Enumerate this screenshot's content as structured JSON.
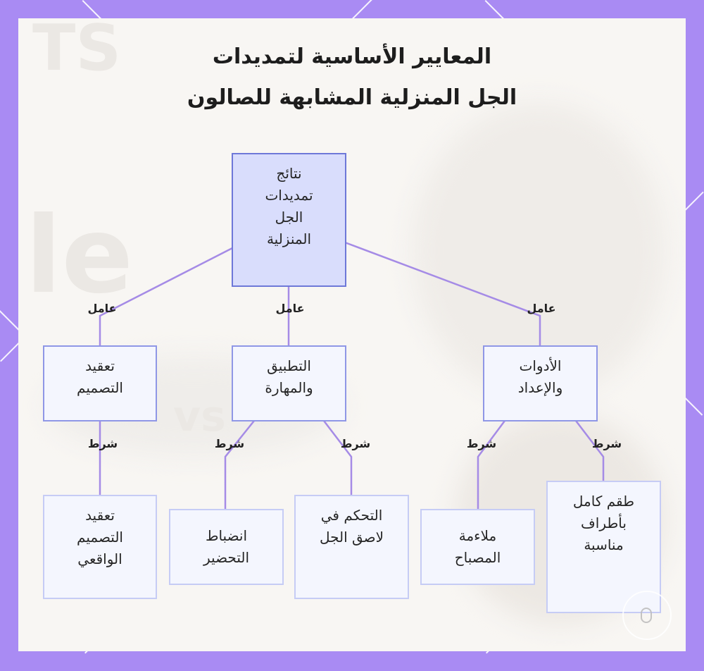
{
  "title": {
    "line1": "المعايير الأساسية لتمديدات",
    "line2": "الجل المنزلية المشابهة للصالون"
  },
  "nodes": {
    "root": "نتائج\nتمديدات\nالجل\nالمنزلية",
    "design": "تعقيد\nالتصميم",
    "skill": "التطبيق\nوالمهارة",
    "tools": "الأدوات\nوالإعداد",
    "realistic": "تعقيد\nالتصميم\nالواقعي",
    "consistency": "انضباط\nالتحضير",
    "control": "التحكم في\nلاصق الجل",
    "lamp": "ملاءمة\nالمصباح",
    "kit": "طقم كامل\nبأطراف\nمناسبة"
  },
  "edge_labels": {
    "factor": "عامل",
    "condition": "شرط"
  },
  "colors": {
    "frame": "#a98bf3",
    "panel": "#f8f6f3",
    "edge": "#a58be6",
    "root_fill": "#d9ddfc",
    "node_fill": "#f4f6fe",
    "node_border": "#8f97e6"
  }
}
